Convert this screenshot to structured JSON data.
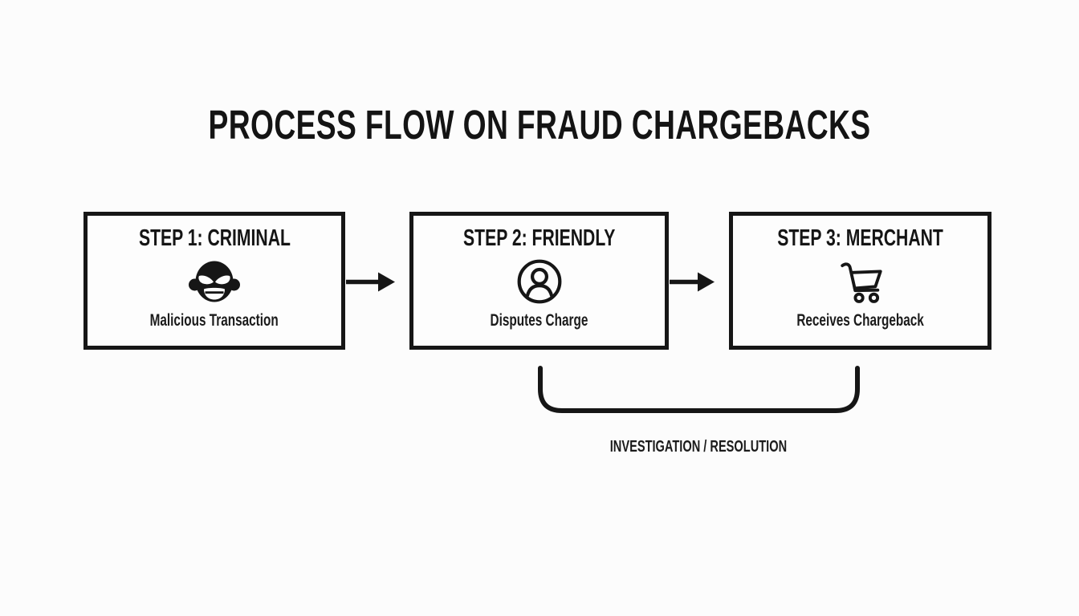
{
  "title": "PROCESS FLOW ON FRAUD CHARGEBACKS",
  "steps": [
    {
      "heading": "STEP 1: CRIMINAL",
      "caption": "Malicious Transaction",
      "icon": "villain-face-icon"
    },
    {
      "heading": "STEP 2: FRIENDLY",
      "caption": "Disputes Charge",
      "icon": "person-circle-icon"
    },
    {
      "heading": "STEP 3: MERCHANT",
      "caption": "Receives Chargeback",
      "icon": "shopping-cart-icon"
    }
  ],
  "connector_label": "INVESTIGATION / RESOLUTION",
  "colors": {
    "ink": "#161616",
    "background": "#fcfcfc"
  }
}
